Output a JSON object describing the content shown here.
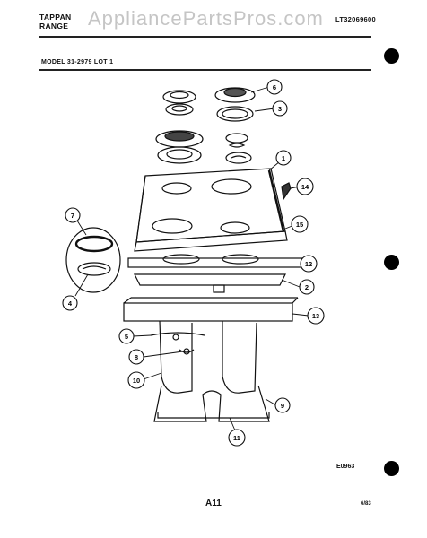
{
  "header": {
    "brand_line1": "TAPPAN",
    "brand_line2": "RANGE",
    "catalog_code": "LT32069600",
    "watermark": "AppliancePartsPros.com"
  },
  "model_line": "MODEL 31-2979 LOT 1",
  "callouts": [
    "1",
    "2",
    "3",
    "4",
    "5",
    "6",
    "7",
    "8",
    "9",
    "10",
    "11",
    "12",
    "13",
    "14",
    "15"
  ],
  "footer": {
    "figure_code": "E0963",
    "page_number": "A11",
    "date": "6/83"
  }
}
